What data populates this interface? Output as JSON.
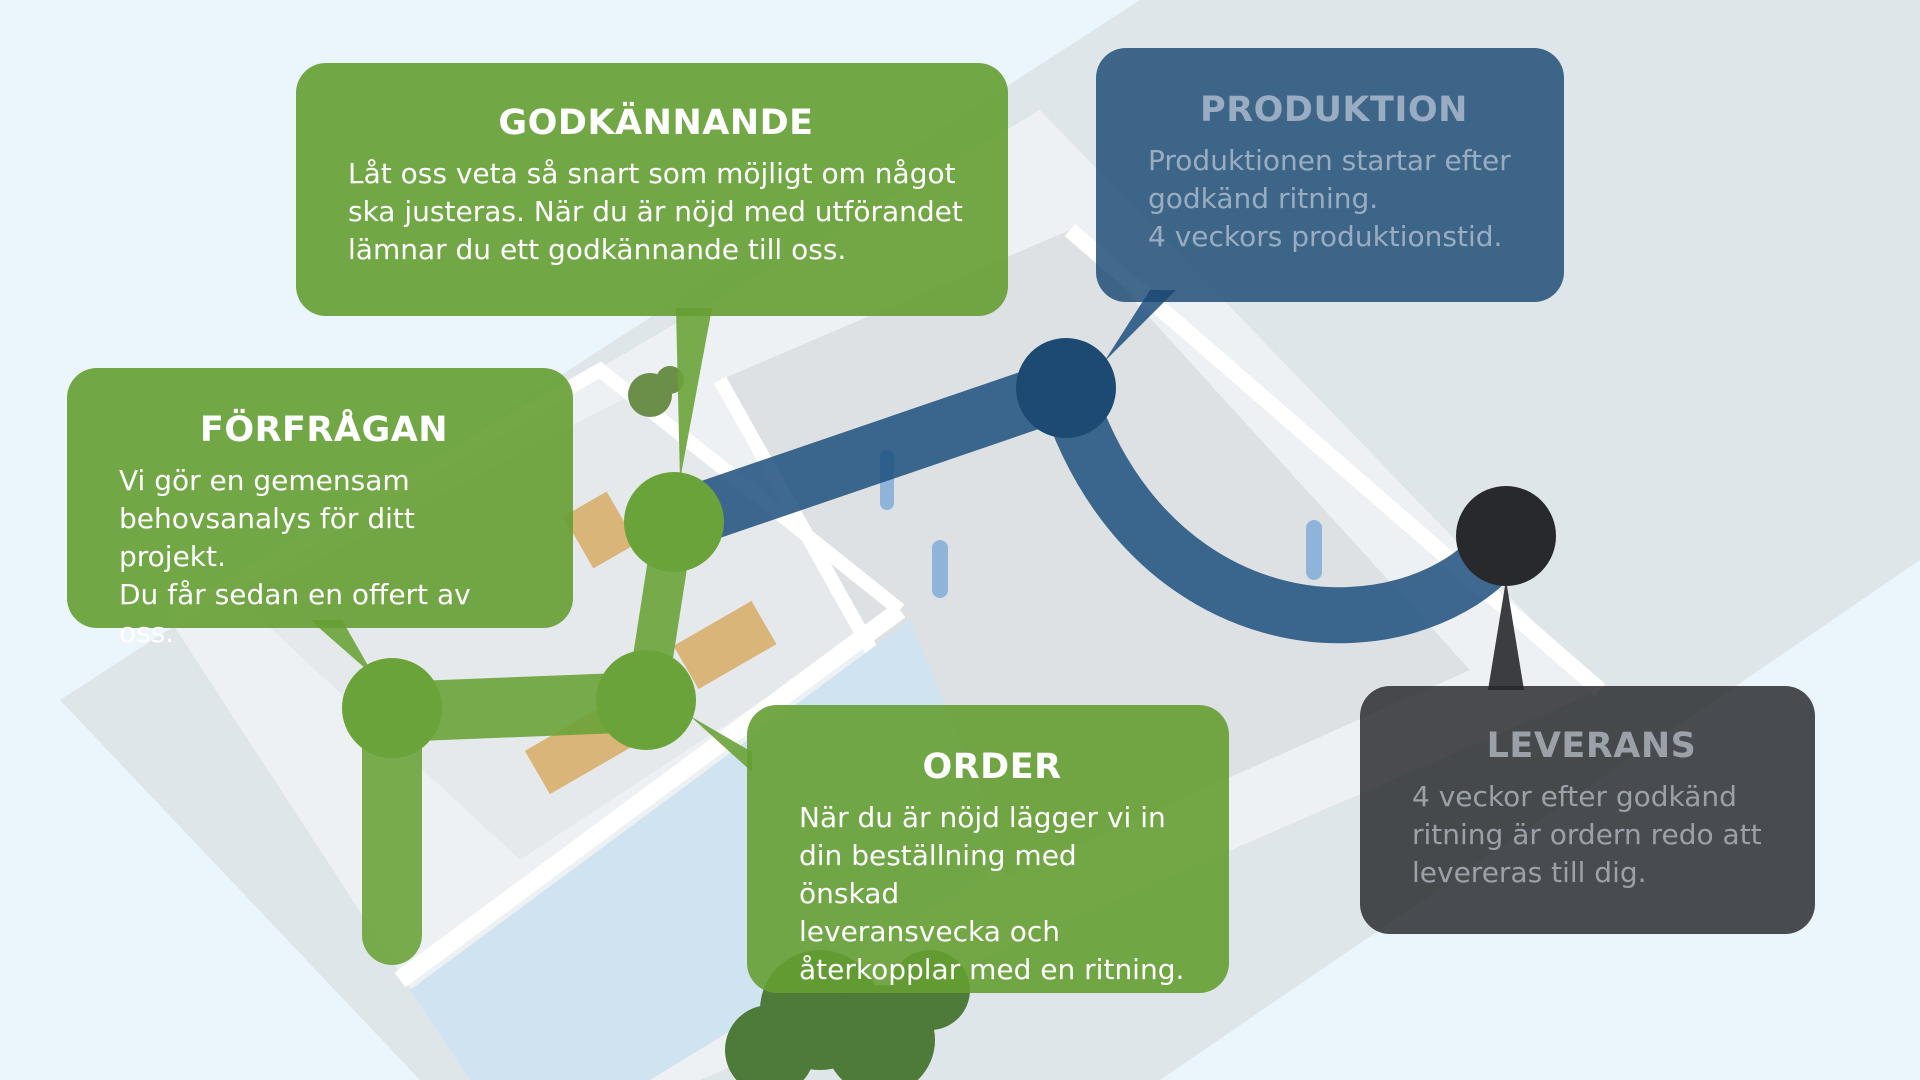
{
  "steps": {
    "godkannande": {
      "title": "GODKÄNNANDE",
      "text": "Låt oss veta så snart som möjligt om något\nska justeras. När du är nöjd med utförandet\nlämnar du ett godkännande till oss."
    },
    "forfragan": {
      "title": "FÖRFRÅGAN",
      "text": "Vi gör en gemensam\nbehovsanalys för ditt projekt.\nDu får sedan en offert av oss."
    },
    "order": {
      "title": "ORDER",
      "text": "När du är nöjd lägger vi in\ndin beställning med önskad\nleveransvecka och\nåterkopplar med en ritning."
    },
    "produktion": {
      "title": "PRODUKTION",
      "text": "Produktionen startar efter\ngodkänd ritning.\n4 veckors produktionstid."
    },
    "leverans": {
      "title": "LEVERANS",
      "text": "4 veckor efter godkänd\nritning är ordern redo att\nlevereras till dig."
    }
  },
  "colors": {
    "background": "#eaf5fc",
    "green": "#6aa339",
    "blue": "#1d4f7c",
    "dark": "#27292c"
  }
}
